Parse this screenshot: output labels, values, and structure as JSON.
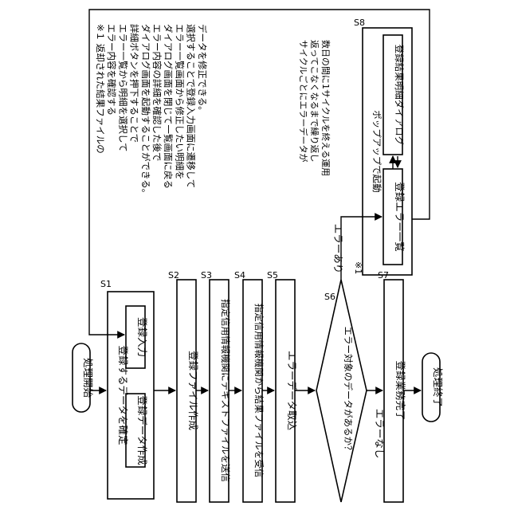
{
  "start": "処理開始",
  "end": "処理終了",
  "s1": {
    "tag": "S1",
    "title": "登録するデータを確定",
    "sub_left": "登録データ作成",
    "sub_right": "登録入力"
  },
  "s2": {
    "tag": "S2",
    "text": "登録ファイル作成"
  },
  "s3": {
    "tag": "S3",
    "text": "指定信用情報機関にテキストファイルを送信"
  },
  "s4": {
    "tag": "S4",
    "text": "指定信用情報機関から結果ファイルを受信"
  },
  "s5": {
    "tag": "S5",
    "text": "エラーデータ取込"
  },
  "s6": {
    "tag": "S6",
    "text": "エラー対象のデータがあるか？",
    "yes": "エラーあり",
    "no": "エラーなし"
  },
  "s7": {
    "tag": "S7",
    "text": "登録業務完了"
  },
  "s8": {
    "tag": "S8",
    "title": "ポップアップで起動",
    "left_box": "登録エラー一覧",
    "right_box": "登録結果明細ダイアログ"
  },
  "note_ref": "※1",
  "note_lines": [
    "※１  返却された結果ファイルの",
    "エラー内容を確認する",
    "エラー一覧から明細を選択して",
    "詳細ボタンを押下することで",
    "ダイアログ画面を起動することができる。",
    "エラー内容の詳細を確認した後で",
    "ダイアログ画面を閉じて一覧画面に戻る",
    "エラー一覧画面から修正したい明細を",
    "選択することで登録入力画面に遷移して",
    "データを修正できる。"
  ],
  "cycle_lines": [
    "サイクルごとにエラーデータが",
    "返ってこなくなるまで繰り返し",
    "数日の間に1サイクルを終える運用"
  ]
}
